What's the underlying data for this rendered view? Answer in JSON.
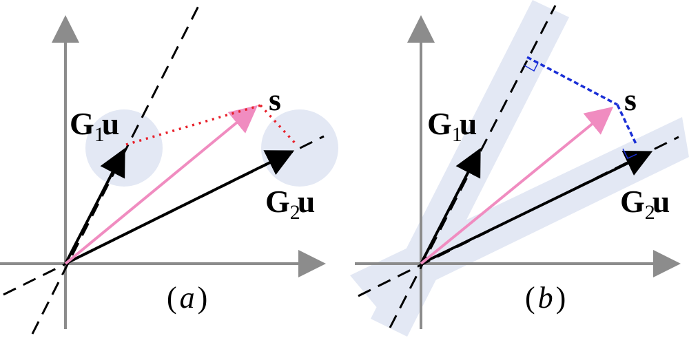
{
  "panels": {
    "a": {
      "label_g1_main": "G",
      "label_g1_sub": "1",
      "label_g1_vec": "u",
      "label_g2_main": "G",
      "label_g2_sub": "2",
      "label_g2_vec": "u",
      "label_s": "s",
      "caption_open": "(",
      "caption_letter": "a",
      "caption_close": ")"
    },
    "b": {
      "label_g1_main": "G",
      "label_g1_sub": "1",
      "label_g1_vec": "u",
      "label_g2_main": "G",
      "label_g2_sub": "2",
      "label_g2_vec": "u",
      "label_s": "s",
      "caption_open": "(",
      "caption_letter": "b",
      "caption_close": ")"
    }
  },
  "colors": {
    "axis": "#8c8c8c",
    "vector": "#000000",
    "signal": "#f08cc0",
    "region": "#e3e8f4",
    "residual_a": "#e8202a",
    "residual_b": "#1a2fd6"
  }
}
